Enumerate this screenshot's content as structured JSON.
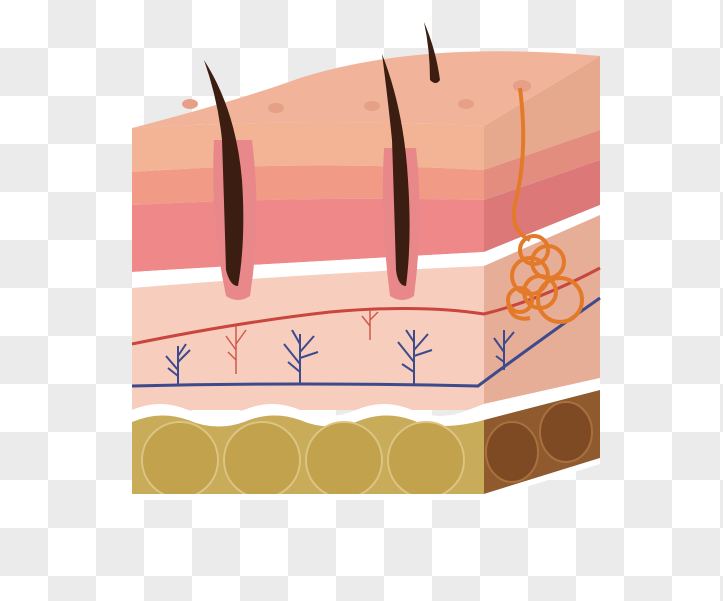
{
  "figure": {
    "subject": "skin-cross-section",
    "layers": [
      {
        "name": "epidermis-top",
        "color": "#f3b496"
      },
      {
        "name": "epidermis-lower",
        "color": "#f09a88"
      },
      {
        "name": "basal",
        "color": "#ee8889"
      },
      {
        "name": "dermis",
        "color": "#f7cdbd"
      },
      {
        "name": "hypodermis-fat",
        "color": "#c9ac5a"
      }
    ],
    "colors": {
      "background_checker": "#ebebeb",
      "hair": "#3c1d11",
      "artery": "#c9463f",
      "vein": "#3d4a8c",
      "gland": "#e37a2a",
      "fat_side": "#8f5a2e"
    },
    "icons": [
      "hair-follicle",
      "sweat-gland",
      "blood-vessel",
      "nerve-branches",
      "fat-cells"
    ]
  }
}
